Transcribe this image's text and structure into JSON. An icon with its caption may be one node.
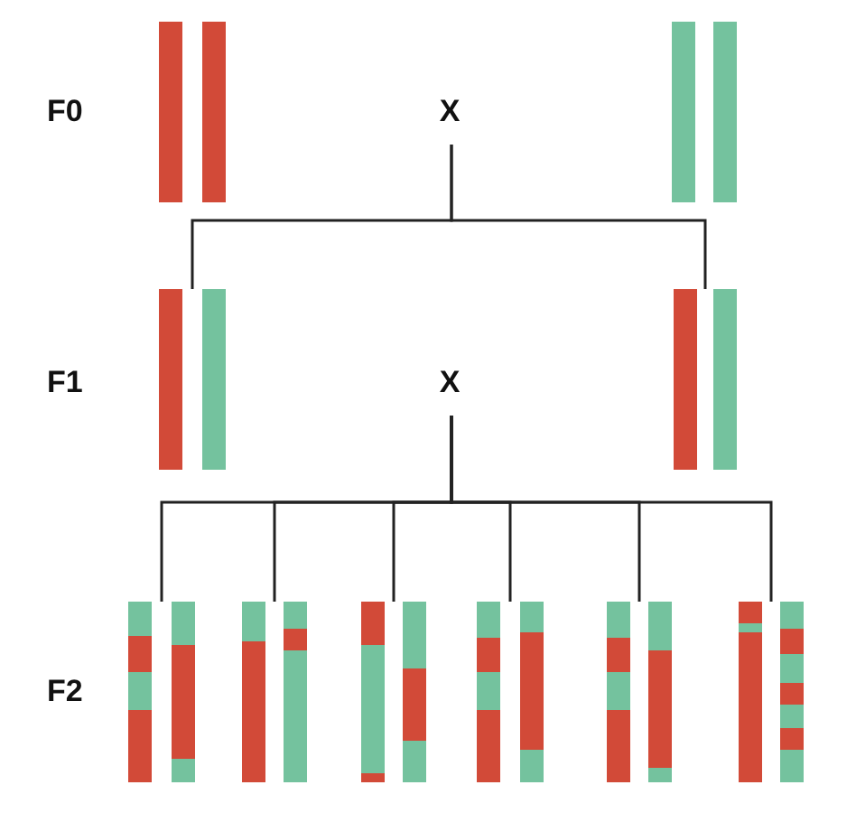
{
  "diagram": {
    "nodes": [
      {
        "text": [],
        "shape": "bar"
      },
      {
        "text": [
          "X"
        ]
      },
      {
        "text": [],
        "shape": "bar"
      },
      {
        "text": [],
        "shape": "bar"
      },
      {
        "text": [
          "X"
        ]
      },
      {
        "text": [],
        "shape": "bar"
      },
      {
        "text": [],
        "shape": "bar"
      },
      {
        "text": [],
        "shape": "bar"
      },
      {
        "text": [],
        "shape": "bar"
      },
      {
        "text": [],
        "shape": "bar"
      },
      {
        "text": [],
        "shape": "bar"
      },
      {
        "text": [],
        "shape": "bar"
      }
    ],
    "edges": [
      {
        "from": 1,
        "to": 3,
        "arrow": "none"
      },
      {
        "from": 1,
        "to": 5,
        "arrow": "none"
      },
      {
        "from": 4,
        "to": 6,
        "arrow": "none"
      },
      {
        "from": 4,
        "to": 7,
        "arrow": "none"
      },
      {
        "from": 4,
        "to": 8,
        "arrow": "none"
      },
      {
        "from": 4,
        "to": 9,
        "arrow": "none"
      },
      {
        "from": 4,
        "to": 10,
        "arrow": "none"
      },
      {
        "from": 4,
        "to": 11,
        "arrow": "none"
      }
    ],
    "labels": [
      "F0",
      "F1",
      "F2"
    ]
  }
}
